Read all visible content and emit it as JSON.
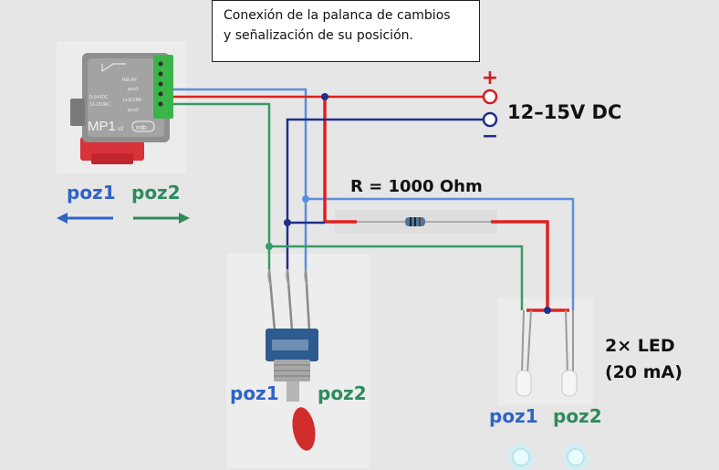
{
  "caption": {
    "line1": "Conexión de la palanca de cambios",
    "line2": "y señalización de su posición."
  },
  "power": {
    "plus_sign": "+",
    "minus_sign": "−",
    "voltage_label": "12–15V DC"
  },
  "resistor": {
    "label": "R = 1000 Ohm"
  },
  "module": {
    "name": "MP1",
    "version": "v2",
    "brand": "mtb",
    "label_relay": "RELAY",
    "label_pos1": "pos1",
    "label_com": "(+)COM",
    "label_pos2": "pos2",
    "label_voltage_1": "9-14VDC",
    "label_voltage_2": "12-15VAC",
    "label_pos1_left": "poz1",
    "label_pos2_left": "poz2"
  },
  "switch": {
    "label_pos1": "poz1",
    "label_pos2": "poz2"
  },
  "leds": {
    "label_line1": "2× LED",
    "label_line2": "(20 mA)",
    "label_pos1": "poz1",
    "label_pos2": "poz2"
  },
  "colors": {
    "red_wire": "#e0201e",
    "blue_wire": "#5a8fe0",
    "darkblue_wire": "#1f2f8a",
    "green_wire": "#3a9a66",
    "pos1_text": "#2e63c8",
    "pos2_text": "#2e8a5c",
    "terminal_red": "#d21e1e",
    "terminal_blue": "#1f2f8a"
  }
}
